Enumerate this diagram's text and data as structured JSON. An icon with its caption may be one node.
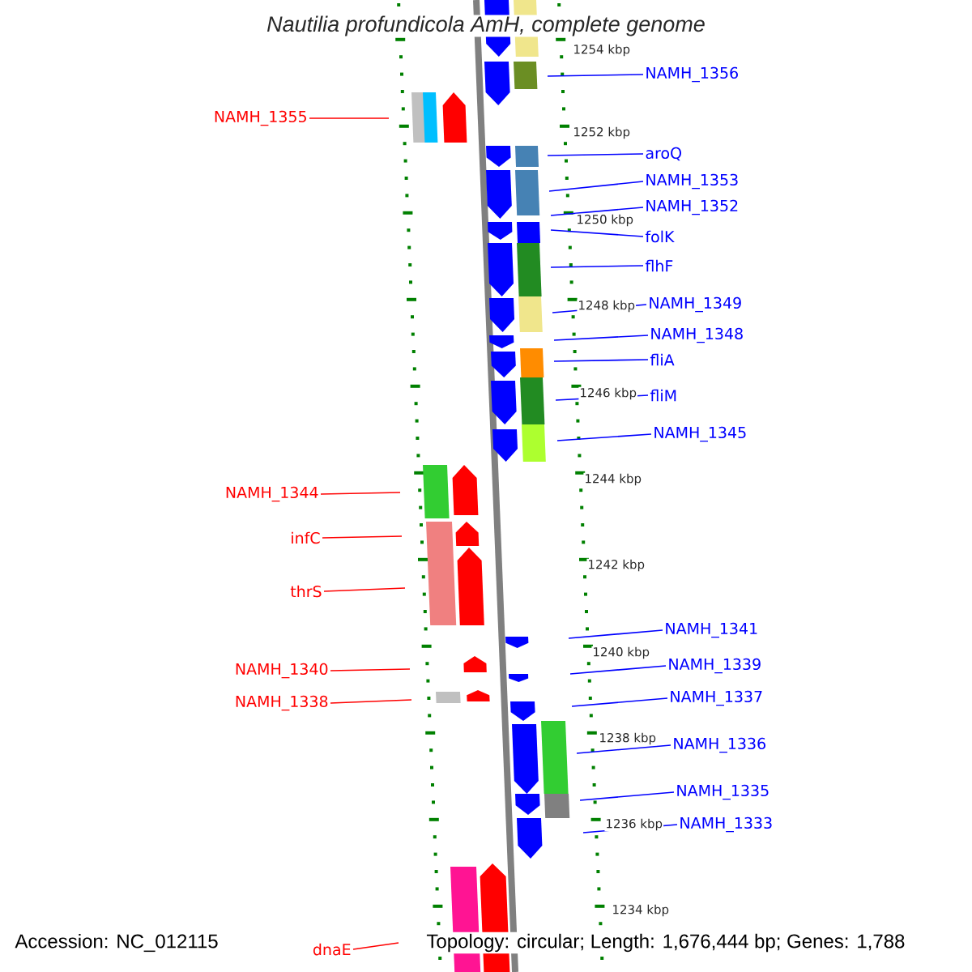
{
  "diagram": {
    "title": "Nautilia profundicola AmH, complete genome",
    "nodes": [
      {
        "text": [
          "NAMH_1356"
        ]
      },
      {
        "text": [
          "NAMH_1355"
        ]
      },
      {
        "text": [
          "aroQ"
        ]
      },
      {
        "text": [
          "NAMH_1353"
        ]
      },
      {
        "text": [
          "NAMH_1352"
        ]
      },
      {
        "text": [
          "folK"
        ]
      },
      {
        "text": [
          "flhF"
        ]
      },
      {
        "text": [
          "NAMH_1349"
        ]
      },
      {
        "text": [
          "NAMH_1348"
        ]
      },
      {
        "text": [
          "fliA"
        ]
      },
      {
        "text": [
          "fliM"
        ]
      },
      {
        "text": [
          "NAMH_1345"
        ]
      },
      {
        "text": [
          "NAMH_1344"
        ]
      },
      {
        "text": [
          "infC"
        ]
      },
      {
        "text": [
          "thrS"
        ]
      },
      {
        "text": [
          "NAMH_1341"
        ]
      },
      {
        "text": [
          "NAMH_1339"
        ]
      },
      {
        "text": [
          "NAMH_1340"
        ]
      },
      {
        "text": [
          "NAMH_1337"
        ]
      },
      {
        "text": [
          "NAMH_1338"
        ]
      },
      {
        "text": [
          "NAMH_1336"
        ]
      },
      {
        "text": [
          "NAMH_1335"
        ]
      },
      {
        "text": [
          "NAMH_1333"
        ]
      },
      {
        "text": [
          "dnaE"
        ]
      }
    ],
    "edges": [
      {
        "from": 0,
        "to": null,
        "arrow": "none"
      },
      {
        "from": 1,
        "to": null,
        "arrow": "none",
        "color": "#ff0000"
      },
      {
        "from": 2,
        "to": null,
        "arrow": "none"
      },
      {
        "from": 3,
        "to": null,
        "arrow": "none"
      },
      {
        "from": 4,
        "to": null,
        "arrow": "none"
      },
      {
        "from": 5,
        "to": null,
        "arrow": "none"
      },
      {
        "from": 6,
        "to": null,
        "arrow": "none"
      },
      {
        "from": 7,
        "to": null,
        "arrow": "none"
      },
      {
        "from": 8,
        "to": null,
        "arrow": "none"
      },
      {
        "from": 9,
        "to": null,
        "arrow": "none"
      },
      {
        "from": 10,
        "to": null,
        "arrow": "none"
      },
      {
        "from": 11,
        "to": null,
        "arrow": "none"
      },
      {
        "from": 12,
        "to": null,
        "arrow": "none",
        "color": "#ff0000"
      },
      {
        "from": 13,
        "to": null,
        "arrow": "none",
        "color": "#ff0000"
      },
      {
        "from": 14,
        "to": null,
        "arrow": "none",
        "color": "#ff0000"
      },
      {
        "from": 15,
        "to": null,
        "arrow": "none"
      },
      {
        "from": 16,
        "to": null,
        "arrow": "none"
      },
      {
        "from": 17,
        "to": null,
        "arrow": "none",
        "color": "#ff0000"
      },
      {
        "from": 18,
        "to": null,
        "arrow": "none"
      },
      {
        "from": 19,
        "to": null,
        "arrow": "none",
        "color": "#ff0000"
      },
      {
        "from": 20,
        "to": null,
        "arrow": "none"
      },
      {
        "from": 21,
        "to": null,
        "arrow": "none"
      },
      {
        "from": 22,
        "to": null,
        "arrow": "none"
      },
      {
        "from": 23,
        "to": null,
        "arrow": "none",
        "color": "#ff0000"
      }
    ],
    "labels": [
      "1254 kbp",
      "1252 kbp",
      "1250 kbp",
      "1248 kbp",
      "1246 kbp",
      "1244 kbp",
      "1242 kbp",
      "1240 kbp",
      "1238 kbp",
      "1236 kbp",
      "1234 kbp",
      "Accession: NC_012115",
      "Topology: circular; Length: 1,676,444 bp; Genes: 1,788"
    ]
  }
}
